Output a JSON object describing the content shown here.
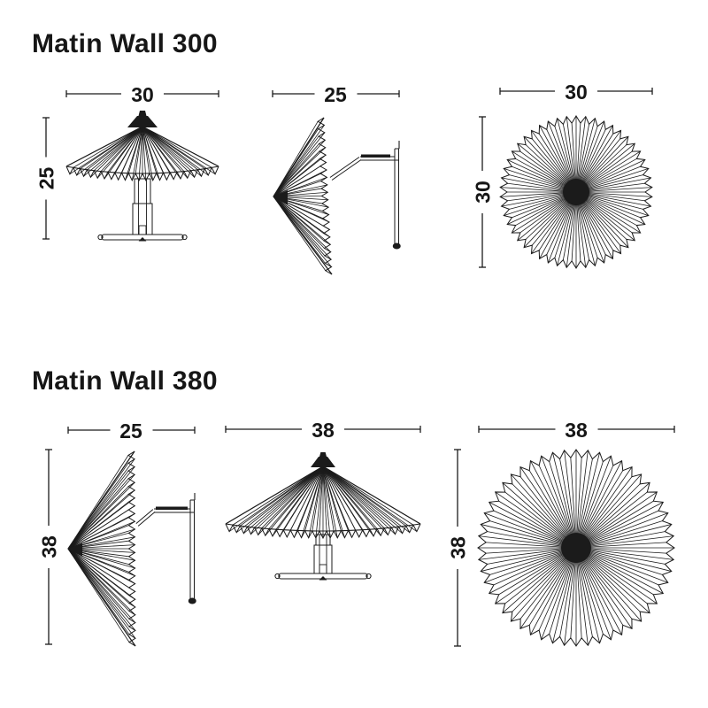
{
  "colors": {
    "background": "#ffffff",
    "line": "#1b1b1b",
    "text": "#161616"
  },
  "sections": [
    {
      "title": "Matin Wall 300",
      "views": [
        {
          "label": "front-view",
          "h_dim": "30",
          "v_dim": "25"
        },
        {
          "label": "side-view",
          "h_dim": "25"
        },
        {
          "label": "top-view",
          "h_dim": "30",
          "v_dim": "30"
        }
      ]
    },
    {
      "title": "Matin Wall 380",
      "views": [
        {
          "label": "side-view",
          "h_dim": "25",
          "v_dim": "38"
        },
        {
          "label": "front-view",
          "h_dim": "38"
        },
        {
          "label": "top-view",
          "h_dim": "38",
          "v_dim": "38"
        }
      ]
    }
  ]
}
